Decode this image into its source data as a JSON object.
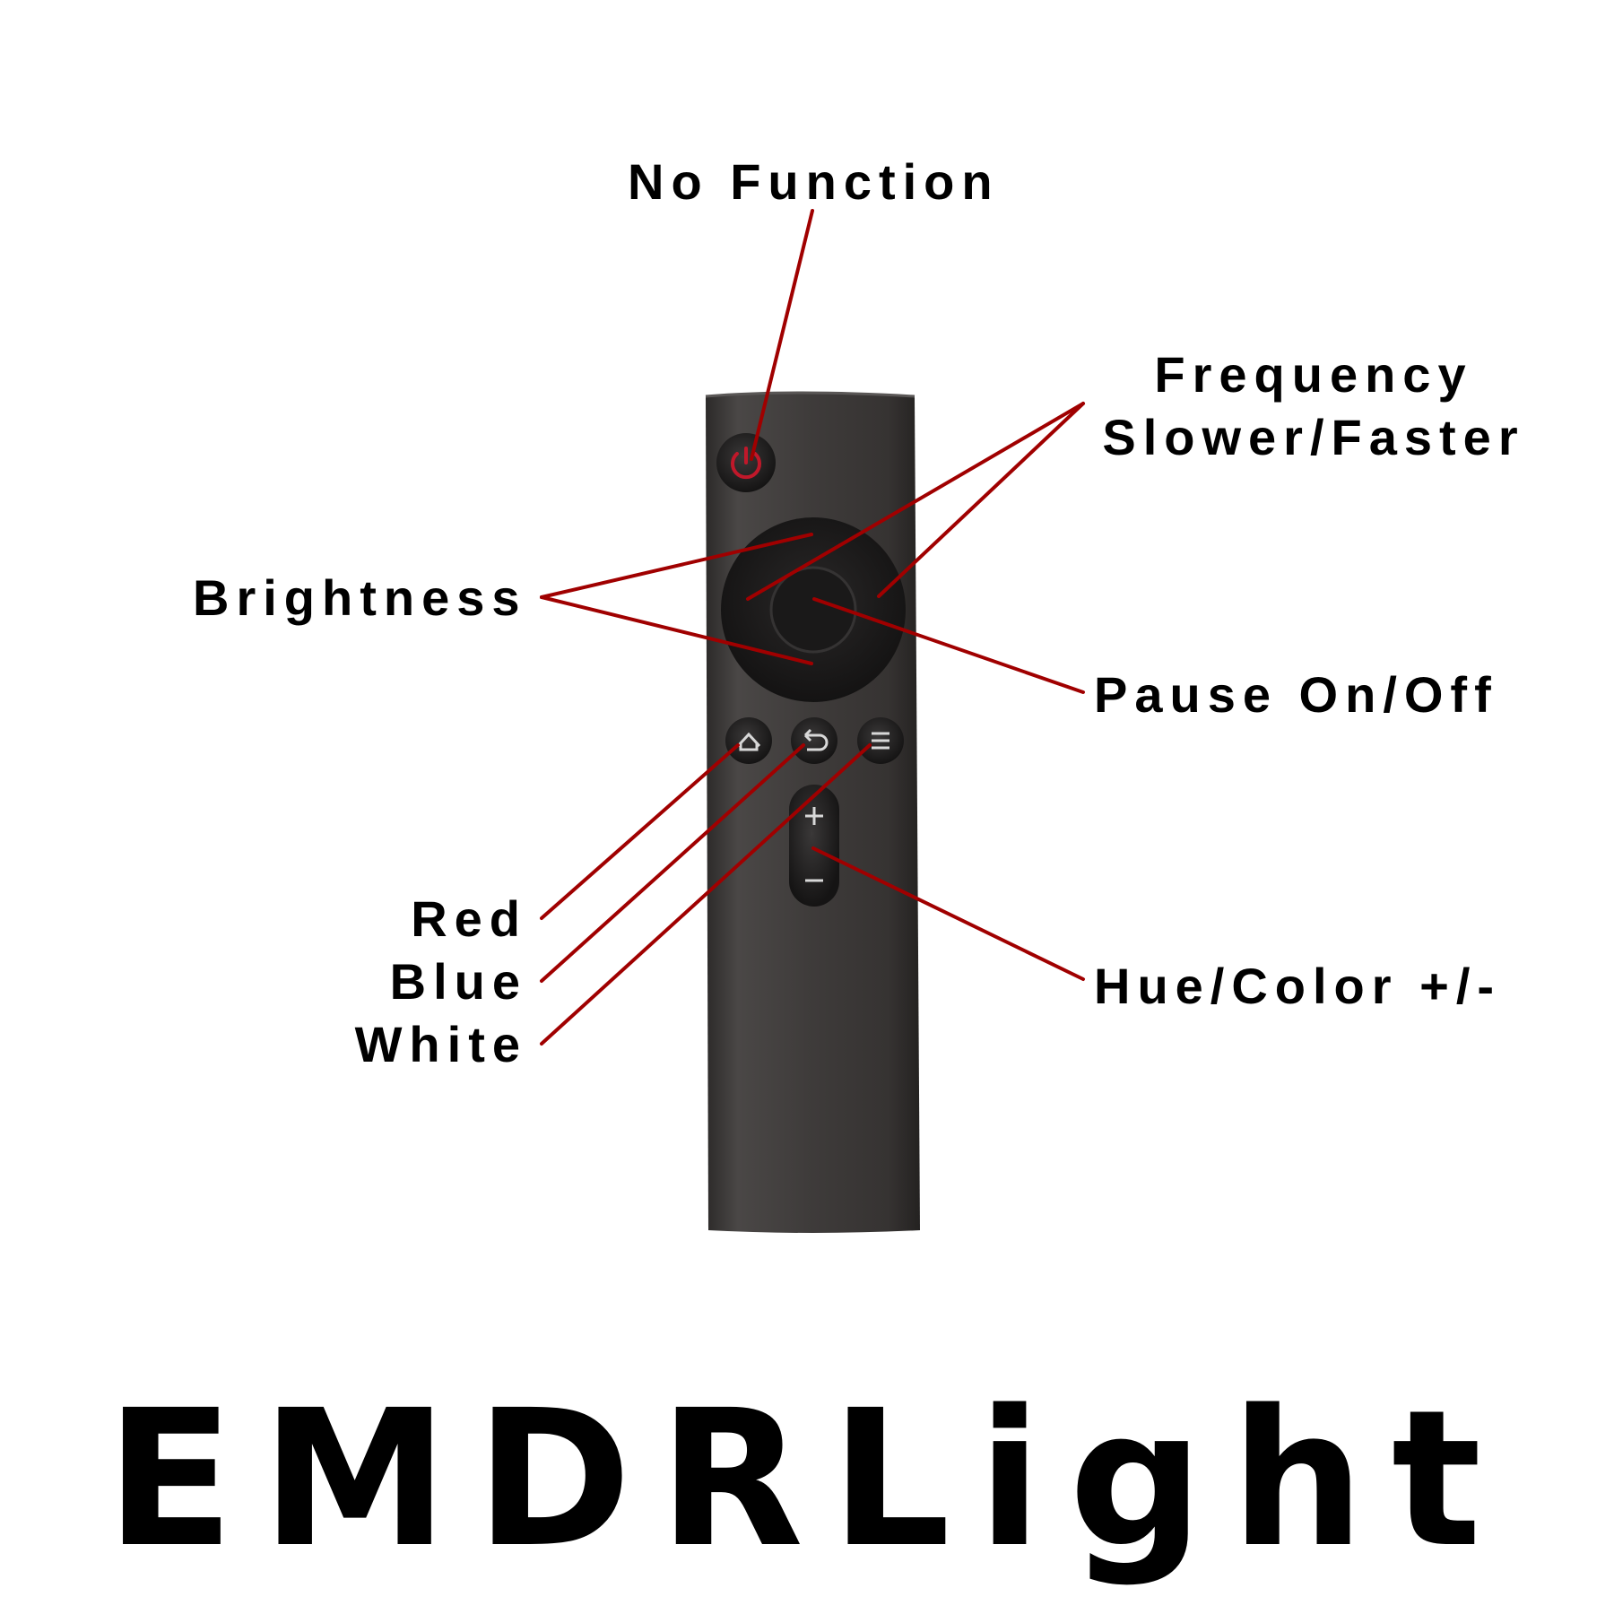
{
  "labels": {
    "no_function": "No Function",
    "frequency_line1": "Frequency",
    "frequency_line2": "Slower/Faster",
    "brightness": "Brightness",
    "pause": "Pause On/Off",
    "red": "Red",
    "blue": "Blue",
    "white": "White",
    "hue": "Hue/Color +/-"
  },
  "brand": "EMDRLight",
  "colors": {
    "leader_line": "#a00000",
    "remote_body": "#3a3736",
    "background": "#ffffff"
  },
  "icons": {
    "power": "power-icon",
    "home": "home-icon",
    "back": "back-icon",
    "menu": "menu-icon",
    "plus": "plus-icon",
    "minus": "minus-icon"
  }
}
